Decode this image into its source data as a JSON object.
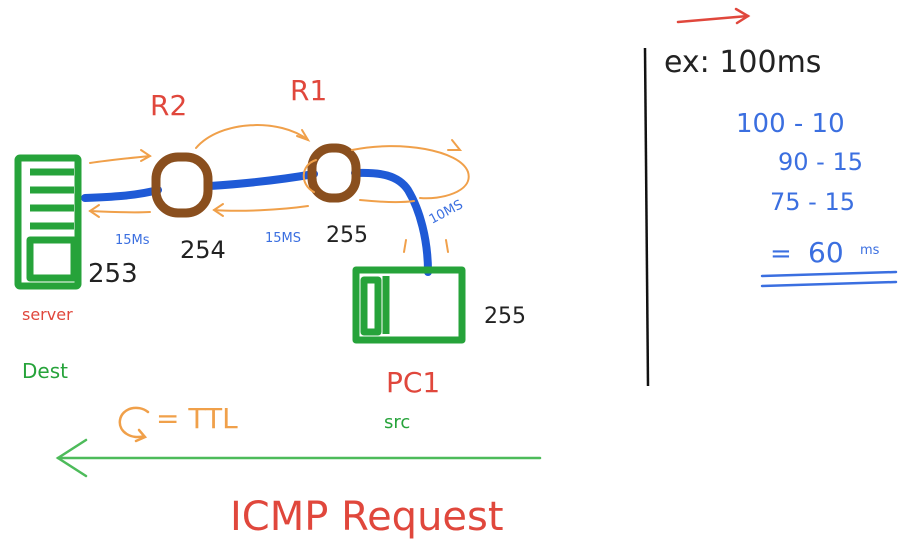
{
  "colors": {
    "server": "#26a33a",
    "router": "#8a4f1e",
    "link": "#1f5ad6",
    "packet_arrow": "#f0a04a",
    "label_red": "#e0473c",
    "label_blue": "#3b6fe0",
    "label_black": "#222222",
    "icmp_arrow": "#4dbb5a",
    "divider": "#111111"
  },
  "routers": {
    "r2_label": "R2",
    "r1_label": "R1"
  },
  "ttl": {
    "server": "253",
    "r2": "254",
    "r1": "255",
    "pc": "255"
  },
  "latencies": {
    "server_r2": "15Ms",
    "r2_r1": "15MS",
    "r1_pc": "10MS"
  },
  "labels": {
    "server": "server",
    "dest": "Dest",
    "pc": "PC1",
    "src": "src",
    "ttl_legend": "= TTL",
    "icmp": "ICMP Request"
  },
  "calculation": {
    "example": "ex: 100ms",
    "lines": [
      "100 - 10",
      "90 - 15",
      "75 - 15"
    ],
    "result_prefix": "=",
    "result_value": "60",
    "result_unit": "ms"
  }
}
